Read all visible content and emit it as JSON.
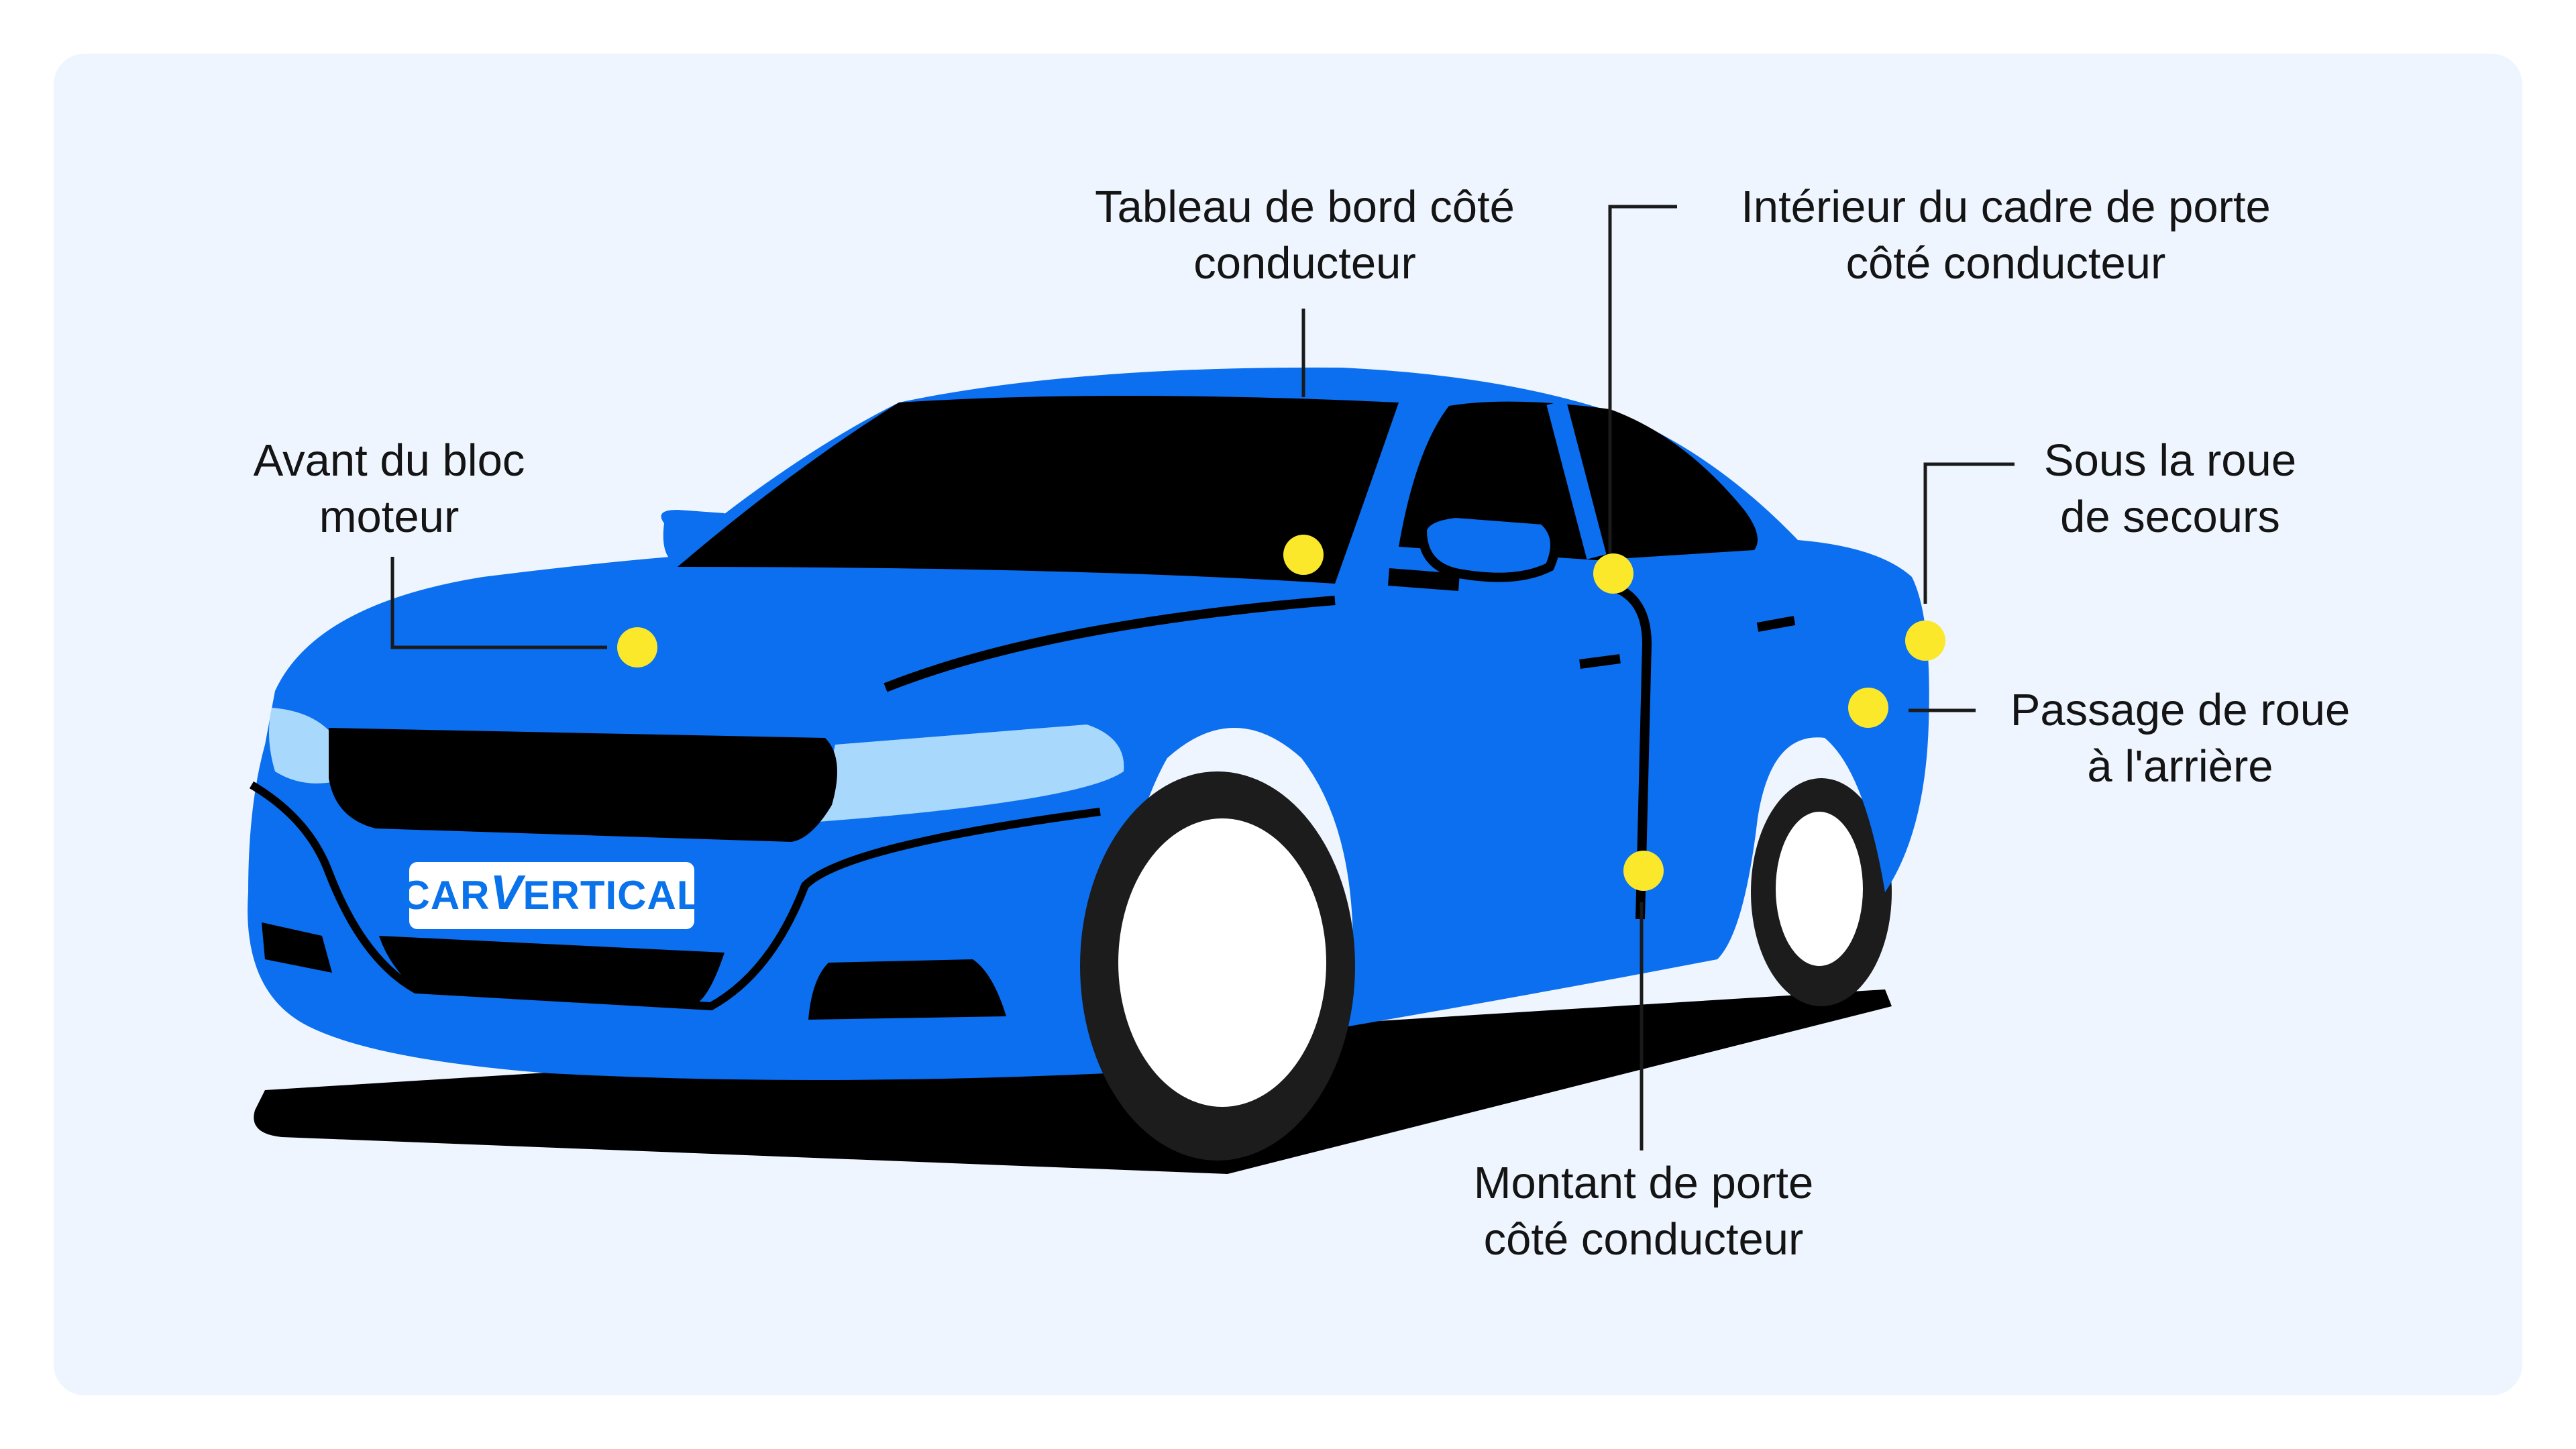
{
  "brand": {
    "logo_text": "carVertical",
    "color": "#0a72ea"
  },
  "colors": {
    "car_body": "#0b6ff0",
    "glass": "#000000",
    "marker": "#fbe82b",
    "leader": "#1a1a1a",
    "background": "#eef5fe",
    "headlight": "#a8d8fb"
  },
  "labels": [
    {
      "id": "engine-front",
      "line1": "Avant du bloc",
      "line2": "moteur"
    },
    {
      "id": "dashboard-driver",
      "line1": "Tableau de bord côté",
      "line2": "conducteur"
    },
    {
      "id": "door-frame-inner",
      "line1": "Intérieur du cadre de porte",
      "line2": "côté conducteur"
    },
    {
      "id": "spare-wheel",
      "line1": "Sous la roue",
      "line2": "de secours"
    },
    {
      "id": "rear-wheel-arch",
      "line1": "Passage de roue",
      "line2": "à l'arrière"
    },
    {
      "id": "door-pillar",
      "line1": "Montant de porte",
      "line2": "côté conducteur"
    }
  ]
}
